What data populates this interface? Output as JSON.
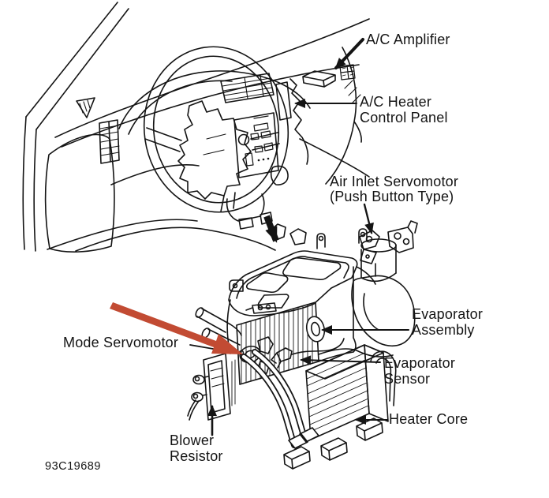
{
  "figure": {
    "code": "93C19689",
    "background": "#ffffff",
    "line_color": "#141414",
    "red_arrow_color": "#c24b33"
  },
  "labels": {
    "ac_amplifier": {
      "text": "A/C Amplifier"
    },
    "ac_heater_control_panel": {
      "line1": "A/C Heater",
      "line2": "Control Panel"
    },
    "air_inlet_servomotor": {
      "line1": "Air Inlet Servomotor",
      "line2": "(Push Button Type)"
    },
    "mode_servomotor": {
      "text": "Mode Servomotor"
    },
    "evaporator_assembly": {
      "line1": "Evaporator",
      "line2": "Assembly"
    },
    "evaporator_sensor": {
      "line1": "Evaporator",
      "line2": "Sensor"
    },
    "heater_core": {
      "text": "Heater Core"
    },
    "blower_resistor": {
      "line1": "Blower",
      "line2": "Resistor"
    }
  }
}
